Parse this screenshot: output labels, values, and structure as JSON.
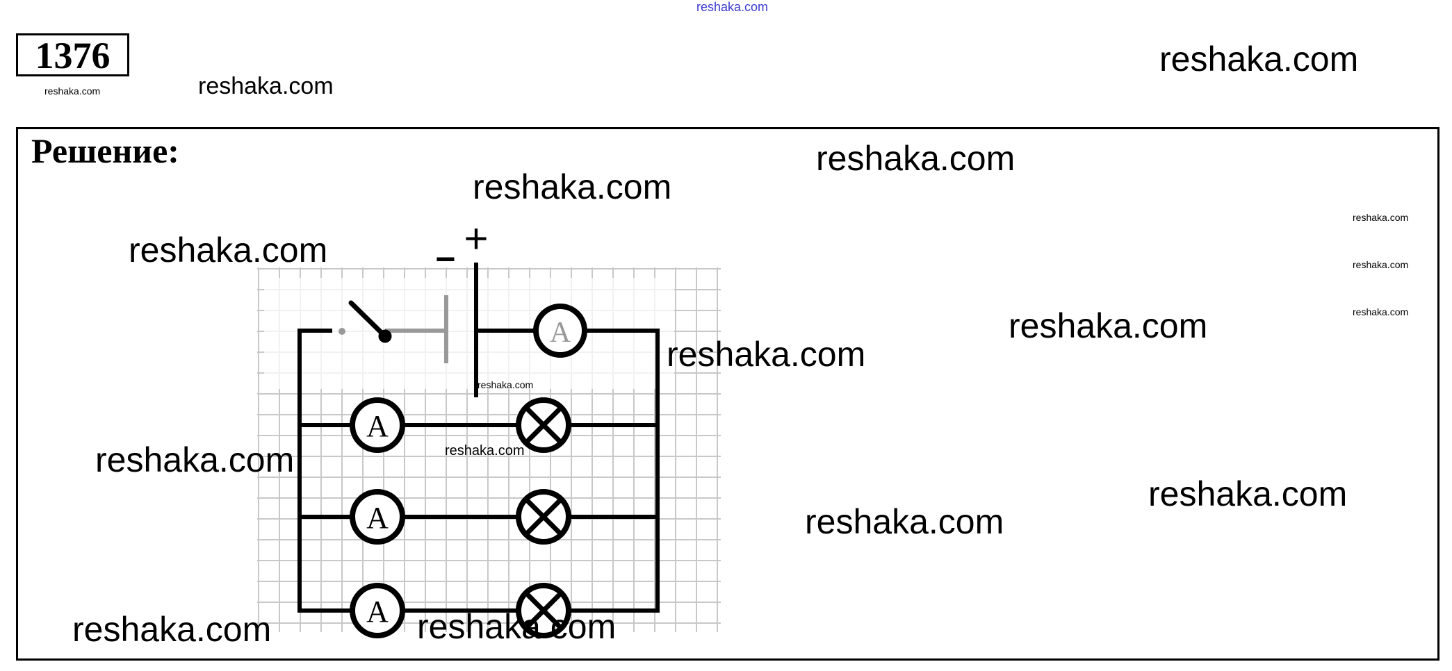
{
  "header": {
    "top_link": "reshaka.com",
    "problem_number": "1376"
  },
  "solution": {
    "title": "Решение:"
  },
  "circuit": {
    "ammeter_label": "A",
    "plus_sign": "+",
    "minus_sign": "−",
    "branches": 3
  },
  "watermarks": [
    "reshaka.com",
    "reshaka.com",
    "reshaka.com",
    "reshaka.com",
    "reshaka.com",
    "reshaka.com",
    "reshaka.com",
    "reshaka.com",
    "reshaka.com",
    "reshaka.com",
    "reshaka.com",
    "reshaka.com",
    "reshaka.com",
    "reshaka.com",
    "reshaka.com",
    "reshaka.com",
    "reshaka.com",
    "reshaka.com"
  ]
}
